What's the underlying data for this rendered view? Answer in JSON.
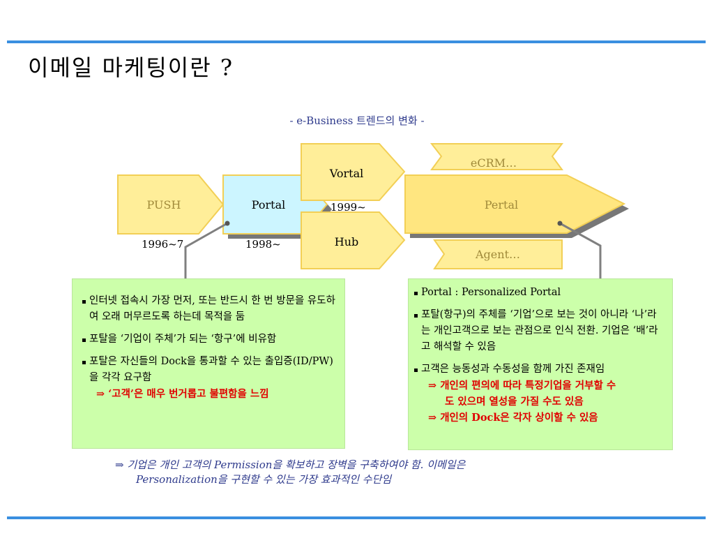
{
  "slide": {
    "title": "이메일 마케팅이란 ?",
    "subtitle": "- e-Business 트렌드의 변화 -",
    "colors": {
      "rule": "#3a8fe0",
      "yellow_fill": "#ffee99",
      "yellow_border": "#f2cf55",
      "portal_fill": "#ccf5ff",
      "panel_fill": "#ccffaa",
      "emphasis_red": "#e00000",
      "conclusion_blue": "#2e3a8c"
    }
  },
  "diagram": {
    "push": "PUSH",
    "portal": "Portal",
    "vortal": "Vortal",
    "hub": "Hub",
    "pertal": "Pertal",
    "ecrm": "eCRM…",
    "agent": "Agent…",
    "year_push": "1996~7",
    "year_portal": "1998~",
    "year_vortal": "1999~"
  },
  "left_panel": {
    "b1": "인터넷 접속시 가장 먼저, 또는 반드시 한 번 방문을 유도하여 오래 머무르도록 하는데 목적을 둠",
    "b2": "포탈을 ‘기업이 주체’가 되는 ‘항구’에 비유함",
    "b3": "포탈은 자신들의 Dock을 통과할 수 있는 출입증(ID/PW)을 각각 요구함",
    "b3_emph": "⇒ ‘고객’은 매우 번거롭고 불편함을 느낌"
  },
  "right_panel": {
    "b1": "Portal : Personalized Portal",
    "b2": "포탈(항구)의 주체를 ‘기업’으로 보는 것이 아니라 ‘나’라는 개인고객으로 보는 관점으로 인식 전환. 기업은 ‘배’라고 해석할 수 있음",
    "b3": "고객은 능동성과 수동성을 함께 가진 존재임",
    "b3_emph1": "⇒ 개인의 편의에 따라 특정기업을 거부할 수",
    "b3_emph1b": "도 있으며 열성을 가질 수도 있음",
    "b3_emph2": "⇒ 개인의 Dock은 각자 상이할 수 있음"
  },
  "conclusion": {
    "line1": "⇒  기업은 개인 고객의 Permission을 확보하고 장벽을 구축하여야 함. 이메일은",
    "line2": "Personalization을 구현할 수 있는 가장 효과적인 수단임"
  }
}
